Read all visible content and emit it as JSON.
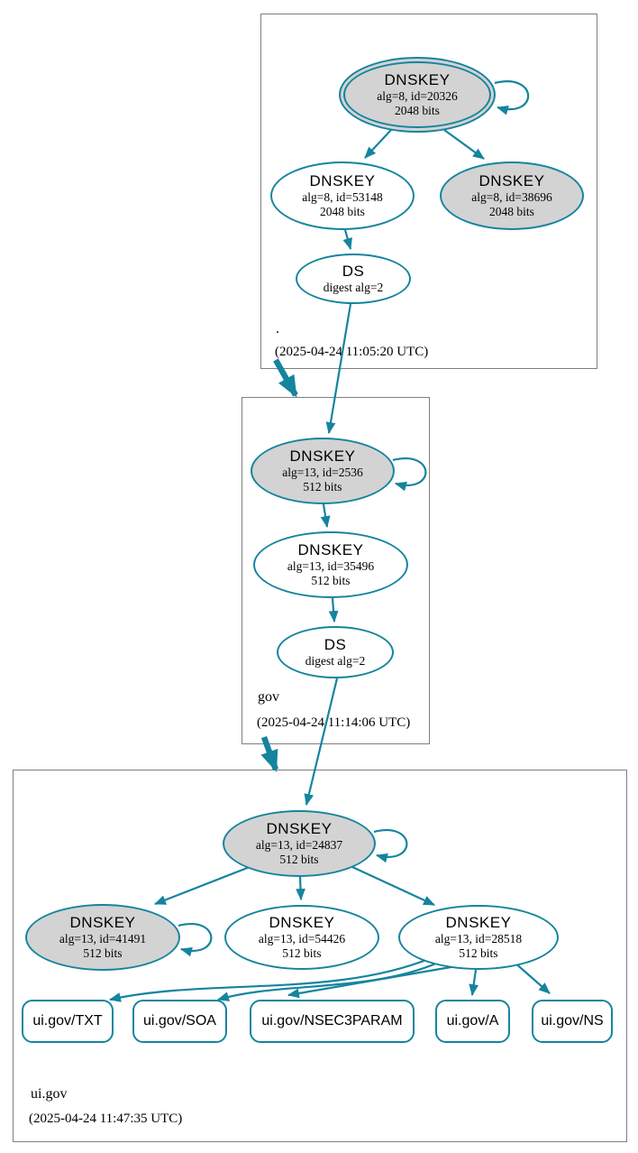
{
  "diagram": {
    "type": "dnssec-authentication-chain",
    "colors": {
      "edge": "#15849e",
      "key_fill": "#d3d3d3",
      "node_fill": "#ffffff",
      "box_border": "#7f7f7f",
      "text": "#000000"
    },
    "zones": {
      "root": {
        "label": ".",
        "timestamp": "(2025-04-24 11:05:20 UTC)"
      },
      "gov": {
        "label": "gov",
        "timestamp": "(2025-04-24 11:14:06 UTC)"
      },
      "ui_gov": {
        "label": "ui.gov",
        "timestamp": "(2025-04-24 11:47:35 UTC)"
      }
    },
    "nodes": {
      "root_ksk": {
        "title": "DNSKEY",
        "detail": "alg=8, id=20326",
        "size": "2048 bits"
      },
      "root_zsk": {
        "title": "DNSKEY",
        "detail": "alg=8, id=53148",
        "size": "2048 bits"
      },
      "root_key2": {
        "title": "DNSKEY",
        "detail": "alg=8, id=38696",
        "size": "2048 bits"
      },
      "root_ds": {
        "title": "DS",
        "detail": "digest alg=2"
      },
      "gov_ksk": {
        "title": "DNSKEY",
        "detail": "alg=13, id=2536",
        "size": "512 bits"
      },
      "gov_zsk": {
        "title": "DNSKEY",
        "detail": "alg=13, id=35496",
        "size": "512 bits"
      },
      "gov_ds": {
        "title": "DS",
        "detail": "digest alg=2"
      },
      "uigov_ksk": {
        "title": "DNSKEY",
        "detail": "alg=13, id=24837",
        "size": "512 bits"
      },
      "uigov_key2": {
        "title": "DNSKEY",
        "detail": "alg=13, id=41491",
        "size": "512 bits"
      },
      "uigov_key3": {
        "title": "DNSKEY",
        "detail": "alg=13, id=54426",
        "size": "512 bits"
      },
      "uigov_key4": {
        "title": "DNSKEY",
        "detail": "alg=13, id=28518",
        "size": "512 bits"
      }
    },
    "rrsets": {
      "txt": "ui.gov/TXT",
      "soa": "ui.gov/SOA",
      "nsec3param": "ui.gov/NSEC3PARAM",
      "a": "ui.gov/A",
      "ns": "ui.gov/NS"
    }
  }
}
